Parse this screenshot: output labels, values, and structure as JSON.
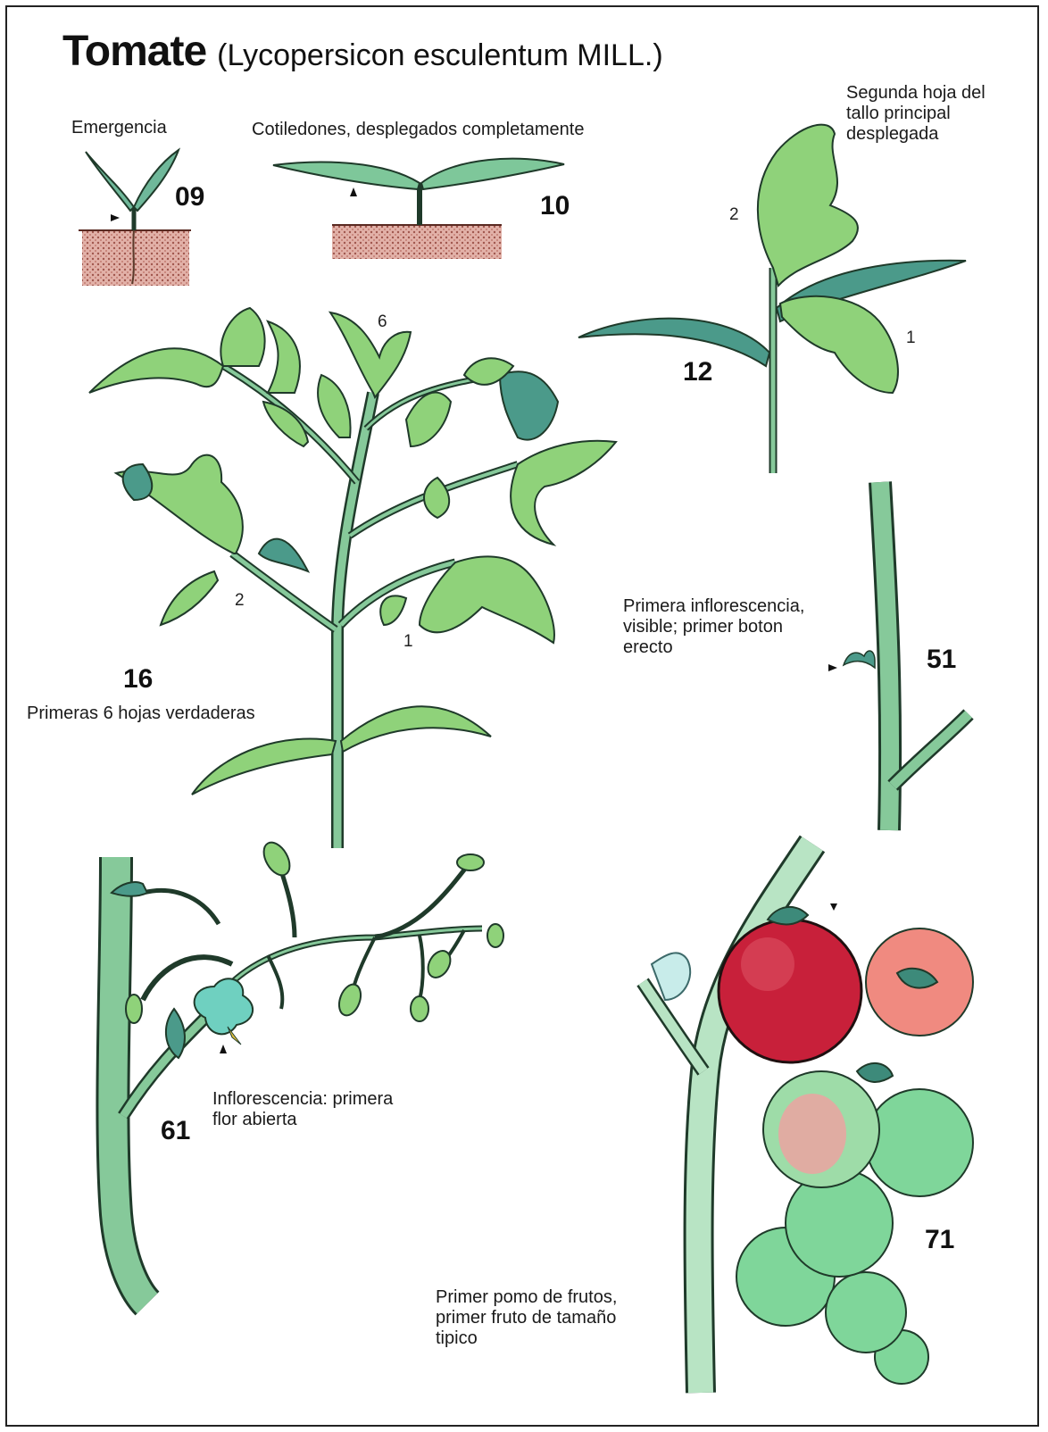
{
  "title": {
    "common_name": "Tomate",
    "scientific_name": "(Lycopersicon esculentum MILL.)"
  },
  "stages": [
    {
      "code": "09",
      "label": "Emergencia"
    },
    {
      "code": "10",
      "label": "Cotiledones, desplegados completamente"
    },
    {
      "code": "12",
      "label": "Segunda hoja del\ntallo principal\ndesplegada",
      "leaf_numbers": [
        "1",
        "2"
      ]
    },
    {
      "code": "16",
      "label": "Primeras 6 hojas verdaderas",
      "leaf_numbers": [
        "1",
        "2",
        "6"
      ]
    },
    {
      "code": "51",
      "label": "Primera inflorescencia,\nvisible; primer boton\nerecto"
    },
    {
      "code": "61",
      "label": "Inflorescencia: primera\nflor abierta"
    },
    {
      "code": "71",
      "label": "Primer pomo de frutos,\nprimer fruto de tamaño\ntipico"
    }
  ],
  "colors": {
    "leaf": "#8fd27a",
    "leaf_dark": "#3d8a7a",
    "stem": "#86c99a",
    "soil": "#c98a80",
    "fruit_ripe": "#c8203a",
    "fruit_turning": "#f08a80",
    "fruit_green": "#7fd69a",
    "outline": "#1f3a2a"
  }
}
